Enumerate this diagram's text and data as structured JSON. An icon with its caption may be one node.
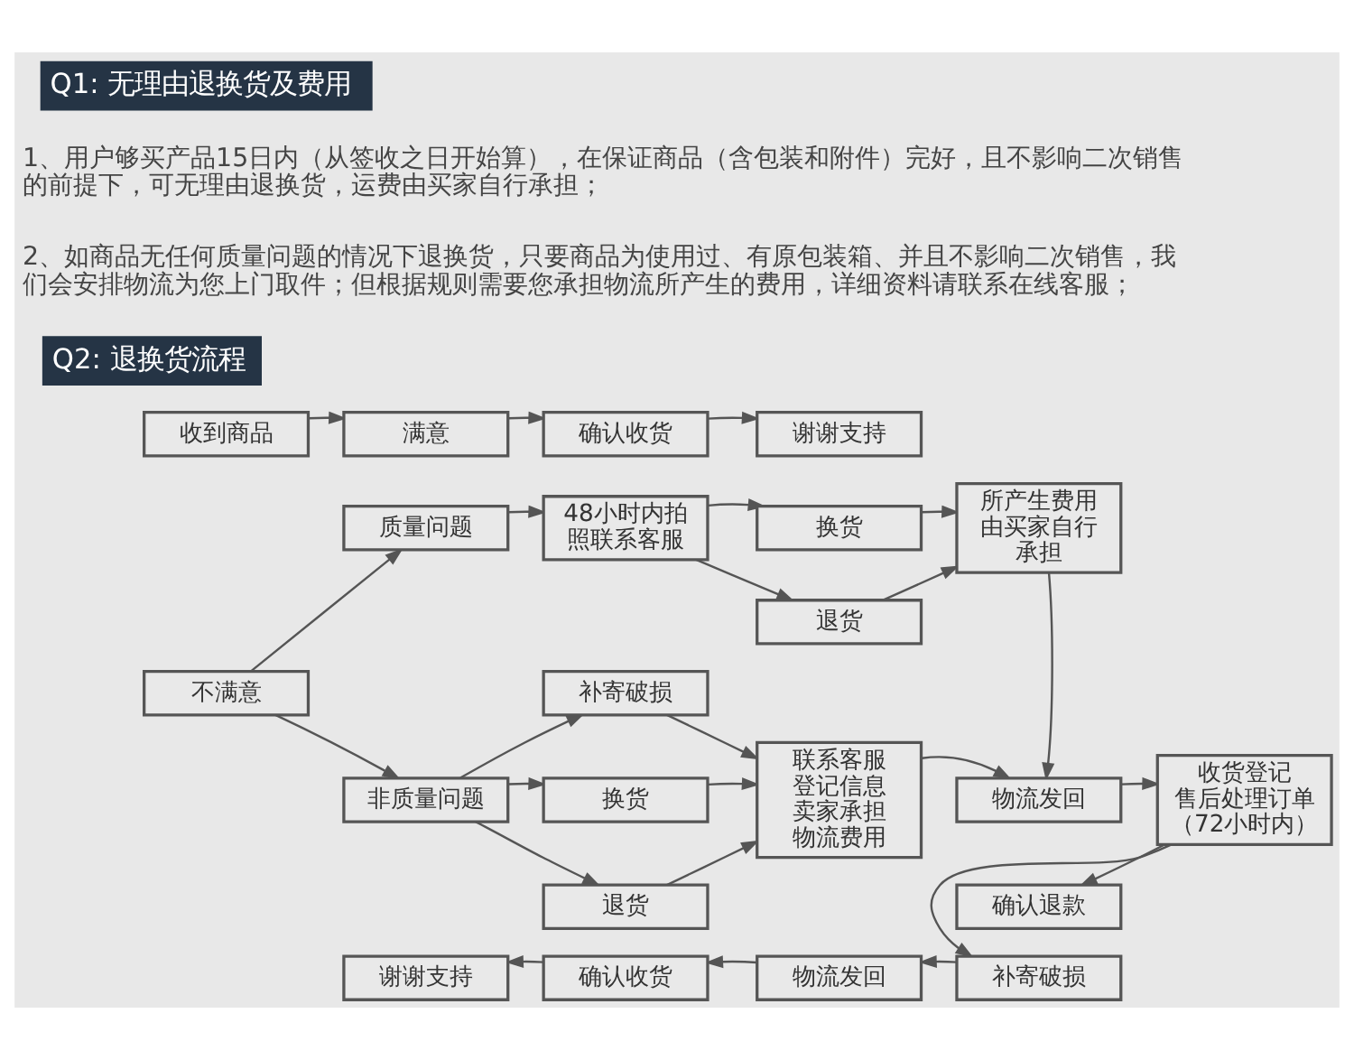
{
  "diagram": {
    "nodes": [
      {
        "text": [
          "收到商品"
        ]
      },
      {
        "text": [
          "满意"
        ]
      },
      {
        "text": [
          "确认收货"
        ]
      },
      {
        "text": [
          "谢谢支持"
        ]
      },
      {
        "text": [
          "不满意"
        ]
      },
      {
        "text": [
          "质量问题"
        ]
      },
      {
        "text": [
          "48小时内拍照联系客服"
        ]
      },
      {
        "text": [
          "换货"
        ]
      },
      {
        "text": [
          "退货"
        ]
      },
      {
        "text": [
          "所产生费用由买家自行承担"
        ]
      },
      {
        "text": [
          "非质量问题"
        ]
      },
      {
        "text": [
          "补寄破损"
        ]
      },
      {
        "text": [
          "换货"
        ]
      },
      {
        "text": [
          "退货"
        ]
      },
      {
        "text": [
          "联系客服登记信息卖家承担物流费用"
        ]
      },
      {
        "text": [
          "物流发回"
        ]
      },
      {
        "text": [
          "收货登记售后处理订单（72小时内）"
        ]
      },
      {
        "text": [
          "确认退款"
        ]
      },
      {
        "text": [
          "补寄破损"
        ]
      },
      {
        "text": [
          "物流发回"
        ]
      },
      {
        "text": [
          "确认收货"
        ]
      },
      {
        "text": [
          "谢谢支持"
        ]
      }
    ],
    "edges": [
      {
        "from": 0,
        "to": 1,
        "arrow": "to"
      },
      {
        "from": 1,
        "to": 2,
        "arrow": "to"
      },
      {
        "from": 2,
        "to": 3,
        "arrow": "to"
      },
      {
        "from": 4,
        "to": 5,
        "arrow": "to"
      },
      {
        "from": 4,
        "to": 10,
        "arrow": "to"
      },
      {
        "from": 5,
        "to": 6,
        "arrow": "to"
      },
      {
        "from": 6,
        "to": 7,
        "arrow": "to"
      },
      {
        "from": 6,
        "to": 8,
        "arrow": "to"
      },
      {
        "from": 7,
        "to": 9,
        "arrow": "to"
      },
      {
        "from": 8,
        "to": 9,
        "arrow": "to"
      },
      {
        "from": 10,
        "to": 11,
        "arrow": "to"
      },
      {
        "from": 10,
        "to": 12,
        "arrow": "to"
      },
      {
        "from": 10,
        "to": 13,
        "arrow": "to"
      },
      {
        "from": 11,
        "to": 14,
        "arrow": "to"
      },
      {
        "from": 12,
        "to": 14,
        "arrow": "to"
      },
      {
        "from": 13,
        "to": 14,
        "arrow": "to"
      },
      {
        "from": 9,
        "to": 15,
        "arrow": "to"
      },
      {
        "from": 14,
        "to": 15,
        "arrow": "to"
      },
      {
        "from": 15,
        "to": 16,
        "arrow": "to"
      },
      {
        "from": 16,
        "to": 17,
        "arrow": "to"
      },
      {
        "from": 16,
        "to": 18,
        "arrow": "to"
      },
      {
        "from": 18,
        "to": 19,
        "arrow": "to"
      },
      {
        "from": 19,
        "to": 20,
        "arrow": "to"
      },
      {
        "from": 20,
        "to": 21,
        "arrow": "to"
      }
    ],
    "labels": [
      "Q1: 无理由退换货及费用",
      "1、用户够买产品15日内（从签收之日开始算），在保证商品（含包装和附件）完好，且不影响二次销售的前提下，可无理由退换货，运费由买家自行承担；",
      "2、如商品无任何质量问题的情况下退换货，只要商品为使用过、有原包装箱、并且不影响二次销售，我们会安排物流为您上门取件；但根据规则需要您承担物流所产生的费用，详细资料请联系在线客服；",
      "Q2: 退换货流程"
    ]
  }
}
